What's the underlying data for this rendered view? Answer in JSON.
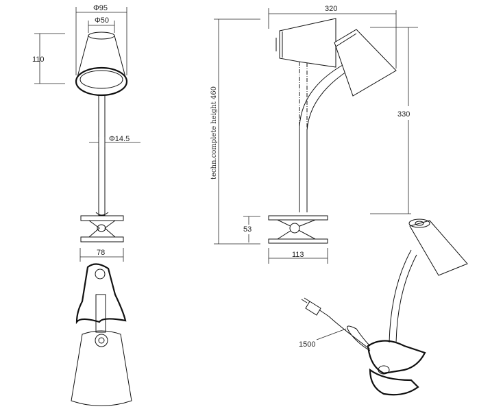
{
  "front_view": {
    "shade_outer_diameter": "Φ95",
    "shade_top_diameter": "Φ50",
    "shade_height": "110",
    "stem_diameter": "Φ14.5",
    "clamp_width": "78"
  },
  "side_view": {
    "overall_width": "320",
    "arm_height": "330",
    "total_height_label": "techn.complete height 460",
    "clamp_height": "53",
    "clamp_depth": "113"
  },
  "perspective_view": {
    "cable_length": "1500"
  }
}
